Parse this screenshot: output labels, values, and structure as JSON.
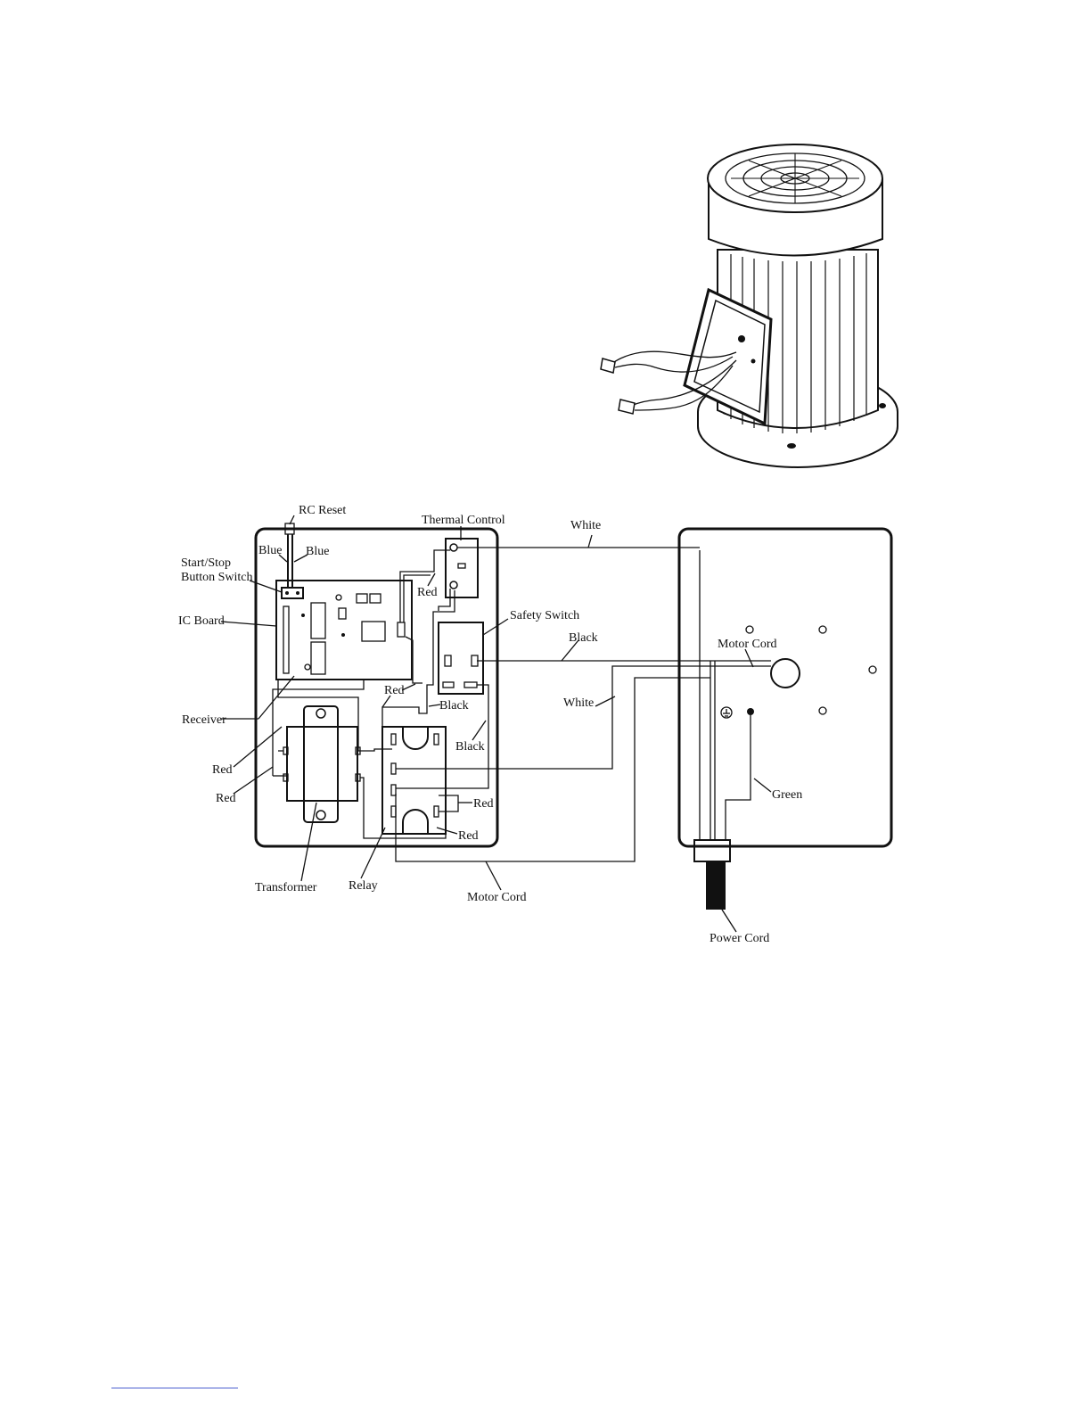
{
  "labels": {
    "rc_reset": "RC Reset",
    "thermal_control": "Thermal Control",
    "white_top": "White",
    "blue_left": "Blue",
    "blue_right": "Blue",
    "start_stop_1": "Start/Stop",
    "start_stop_2": "Button Switch",
    "ic_board": "IC Board",
    "red_thermal": "Red",
    "safety_switch": "Safety Switch",
    "black_safety": "Black",
    "motor_cord_right": "Motor Cord",
    "white_mid": "White",
    "red_mid": "Red",
    "black_mid": "Black",
    "black_relay": "Black",
    "receiver": "Receiver",
    "red_left_1": "Red",
    "red_left_2": "Red",
    "red_relay_1": "Red",
    "red_relay_2": "Red",
    "green": "Green",
    "transformer": "Transformer",
    "relay": "Relay",
    "motor_cord_bottom": "Motor Cord",
    "power_cord": "Power Cord"
  }
}
